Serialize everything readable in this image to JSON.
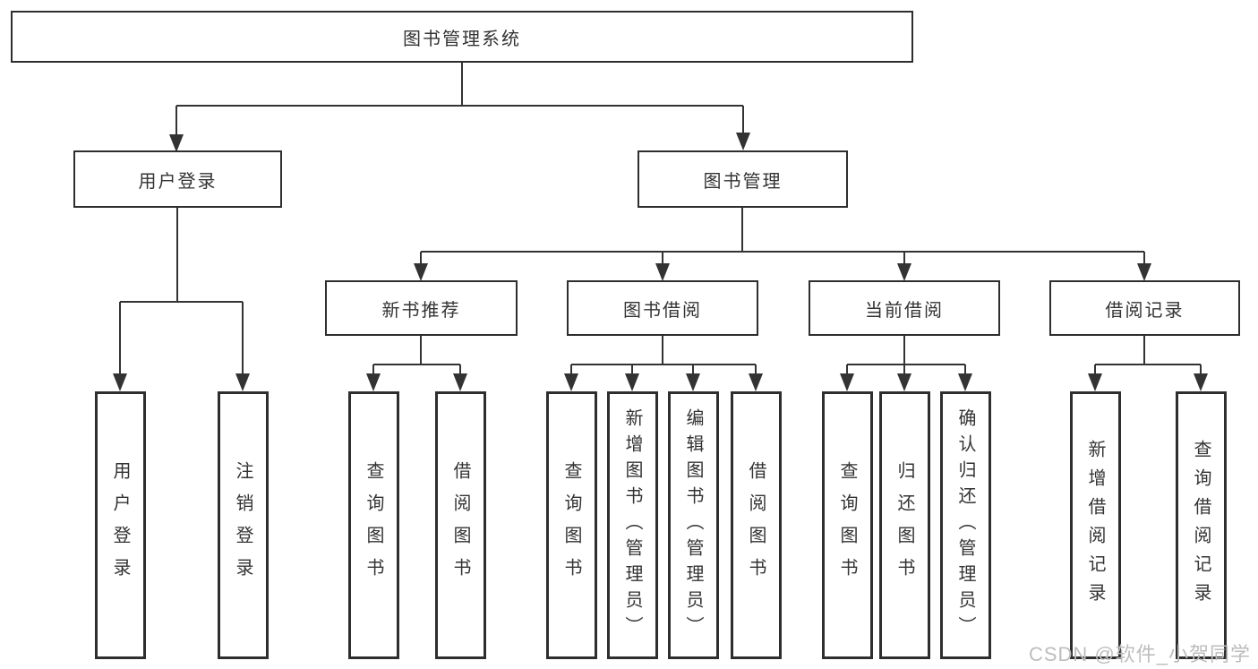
{
  "colors": {
    "background": "#ffffff",
    "line": "#333333",
    "box-border": "#2e2e2e",
    "text": "#333333",
    "watermark": "#bdbdbd"
  },
  "tree": {
    "label": "图书管理系统",
    "children": [
      {
        "label": "用户登录",
        "children": [
          {
            "label": "用户登录"
          },
          {
            "label": "注销登录"
          }
        ]
      },
      {
        "label": "图书管理",
        "children": [
          {
            "label": "新书推荐",
            "children": [
              {
                "label": "查询图书"
              },
              {
                "label": "借阅图书"
              }
            ]
          },
          {
            "label": "图书借阅",
            "children": [
              {
                "label": "查询图书"
              },
              {
                "label": "新增图书（管理员）"
              },
              {
                "label": "编辑图书（管理员）"
              },
              {
                "label": "借阅图书"
              }
            ]
          },
          {
            "label": "当前借阅",
            "children": [
              {
                "label": "查询图书"
              },
              {
                "label": "归还图书"
              },
              {
                "label": "确认归还（管理员）"
              }
            ]
          },
          {
            "label": "借阅记录",
            "children": [
              {
                "label": "新增借阅记录"
              },
              {
                "label": "查询借阅记录"
              }
            ]
          }
        ]
      }
    ]
  },
  "watermark": {
    "text": "CSDN @软件_小贺同学"
  }
}
